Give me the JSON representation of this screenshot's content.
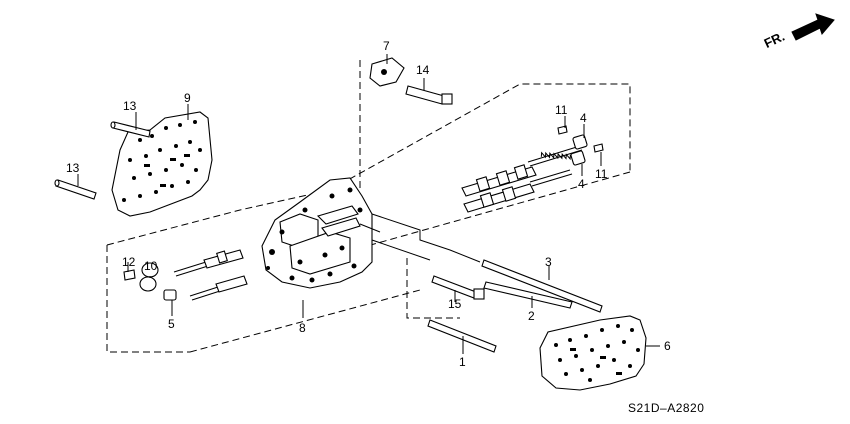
{
  "diagram": {
    "direction_label": "FR.",
    "direction_icon": "forward-arrow-icon",
    "figure_code": "S21D–A2820",
    "callouts": {
      "c1": "1",
      "c2": "2",
      "c3": "3",
      "c4a": "4",
      "c4b": "4",
      "c5": "5",
      "c6": "6",
      "c7": "7",
      "c8": "8",
      "c9": "9",
      "c10": "10",
      "c11a": "11",
      "c11b": "11",
      "c13a": "13",
      "c13b": "13",
      "c14": "14",
      "c15": "15"
    }
  }
}
